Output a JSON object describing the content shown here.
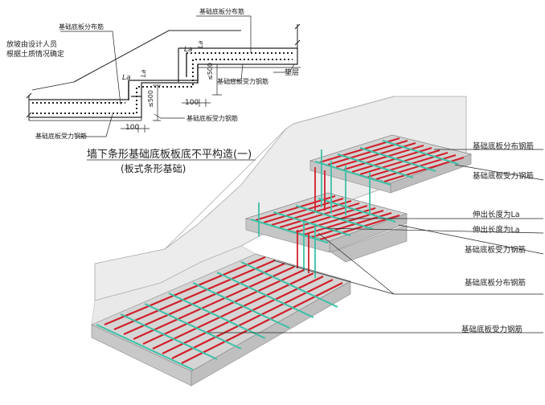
{
  "section": {
    "top_dist_label": "基础底板分布筋",
    "top_dist_label_2": "基础底板分布筋",
    "slope_note_line1": "放坡由设计人员",
    "slope_note_line2": "根据土质情况确定",
    "la_upper": "La",
    "la_upper_v": "La",
    "la_lower": "La",
    "la_lower_v": "La",
    "dim_le500_upper": "≤500",
    "dim_le500_lower": "≤500",
    "dim_100_upper": "100",
    "dim_100_lower": "100",
    "main_rebar_label": "基础底板受力钢筋",
    "main_rebar_label_2": "基础底板受力钢筋",
    "main_rebar_label_3": "基础底板受力钢筋",
    "cushion_label": "垫层"
  },
  "title": {
    "line1": "墙下条形基础底板板底不平构造(一)",
    "line2": "(板式条形基础)"
  },
  "iso": {
    "label_top_dist": "基础底板分布钢筋",
    "label_top_main": "基础底板受力钢筋",
    "label_ext_1": "伸出长度为La",
    "label_ext_2": "伸出长度为La",
    "label_mid_main": "基础底板受力钢筋",
    "label_mid_dist": "基础底板分布钢筋",
    "label_bottom_main": "基础底板受力钢筋"
  },
  "colors": {
    "rebar_main": "#d0202a",
    "rebar_dist": "#3cc0a6",
    "concrete": "#c8c8c8",
    "line": "#222222"
  }
}
